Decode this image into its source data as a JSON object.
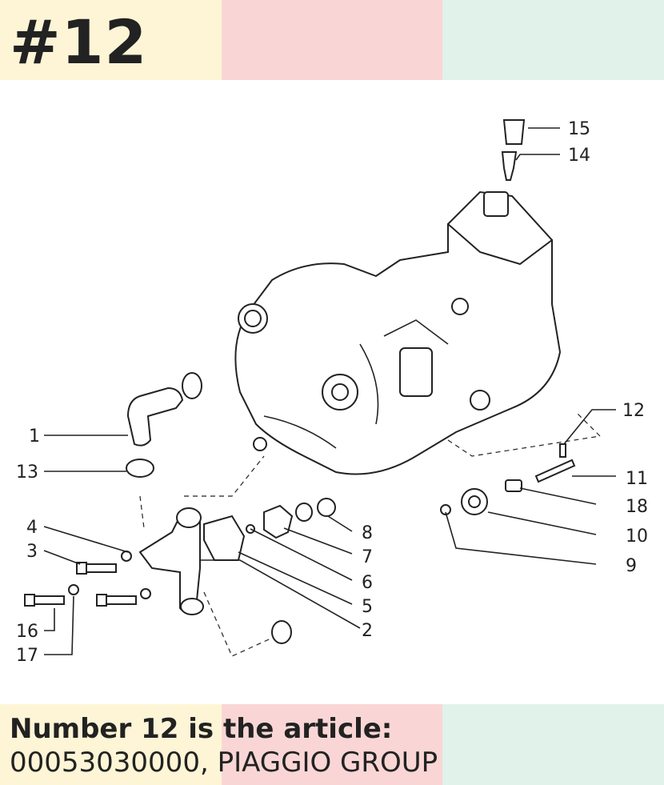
{
  "header": {
    "title": "#12"
  },
  "caption": {
    "line1": "Number 12 is the article:",
    "line2": "00053030000, PIAGGIO GROUP"
  },
  "diagram": {
    "labels": [
      "1",
      "2",
      "3",
      "4",
      "5",
      "6",
      "7",
      "8",
      "9",
      "10",
      "11",
      "12",
      "13",
      "14",
      "15",
      "16",
      "17",
      "18"
    ]
  },
  "colors": {
    "band_yellow": "#fdf5d5",
    "band_pink": "#f9d6d5",
    "band_green": "#e0f2ea"
  }
}
